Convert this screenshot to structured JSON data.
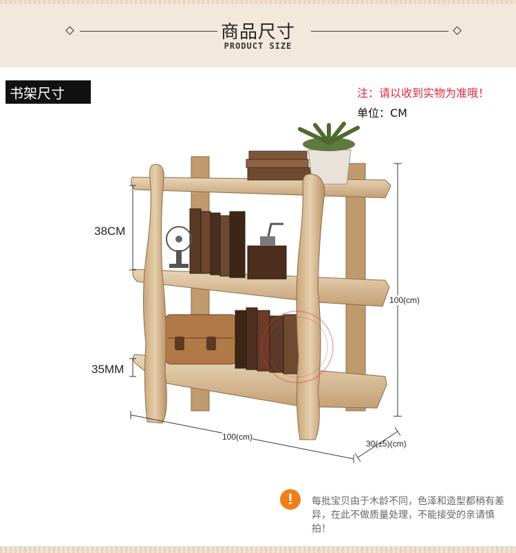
{
  "header": {
    "title": "商品尺寸",
    "subtitle": "PRODUCT SIZE"
  },
  "section": {
    "label": "书架尺寸"
  },
  "notes": {
    "reference": "注：请以收到实物为准哦！",
    "unit": "单位：CM"
  },
  "dimensions": {
    "shelf_gap": "38CM",
    "board_thickness": "35MM",
    "height": "100(cm)",
    "width": "100(cm)",
    "depth": "30(±5)(cm)"
  },
  "disclaimer": {
    "text": "每批宝贝由于木龄不同，色泽和造型都稍有差异，在此不做质量处理，不能接受的亲请慎拍！",
    "icon": "warning-icon"
  },
  "colors": {
    "accent_red": "#e02640",
    "warning_orange": "#f07f1a",
    "header_band": "#f2e8dc"
  }
}
